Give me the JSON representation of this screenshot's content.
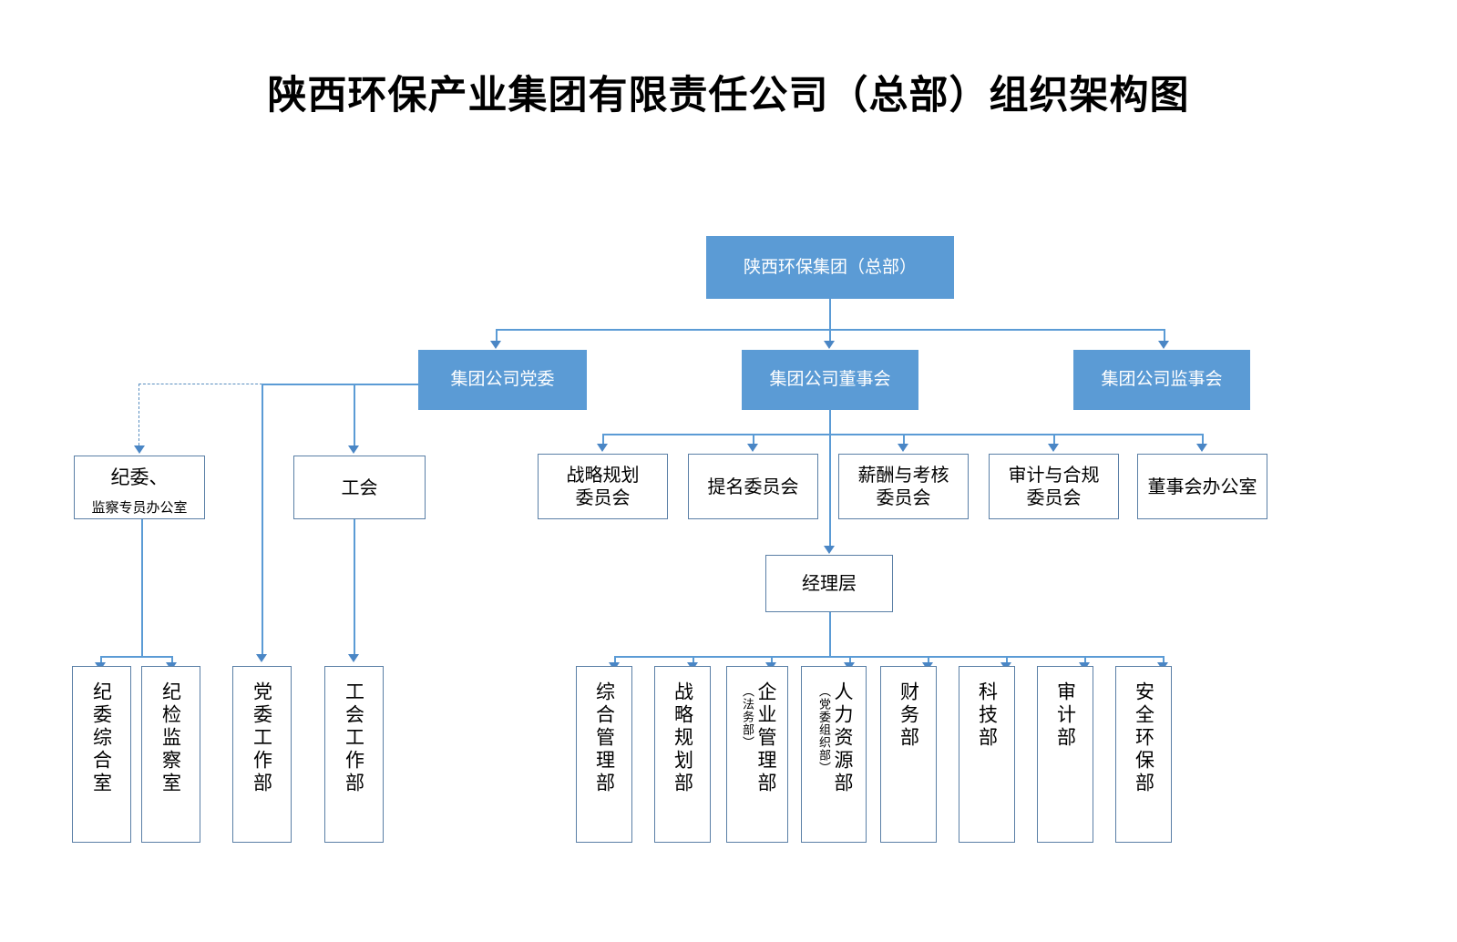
{
  "page": {
    "title": "陕西环保产业集团有限责任公司（总部）组织架构图",
    "accent_fill": "#5B9BD5",
    "line_color": "#5B9BD5",
    "outline_color": "#5a7fa6",
    "background": "#FFFFFF"
  },
  "nodes": {
    "root": {
      "label": "陕西环保集团（总部）"
    },
    "party_committee": {
      "label": "集团公司党委"
    },
    "board_of_directors": {
      "label": "集团公司董事会"
    },
    "board_of_supervisors": {
      "label": "集团公司监事会"
    },
    "discipline_office": {
      "line1": "纪委、",
      "line2": "监察专员办公室"
    },
    "labor_union": {
      "label": "工会"
    },
    "management_layer": {
      "label": "经理层"
    }
  },
  "committees": [
    {
      "label": "战略规划\n委员会",
      "line1": "战略规划",
      "line2": "委员会"
    },
    {
      "label": "提名委员会",
      "line1": "提名委员会",
      "line2": ""
    },
    {
      "label": "薪酬与考核\n委员会",
      "line1": "薪酬与考核",
      "line2": "委员会"
    },
    {
      "label": "审计与合规\n委员会",
      "line1": "审计与合规",
      "line2": "委员会"
    },
    {
      "label": "董事会办公室",
      "line1": "董事会办公室",
      "line2": ""
    }
  ],
  "left_departments": [
    {
      "label": "纪委综合室",
      "sub": ""
    },
    {
      "label": "纪检监察室",
      "sub": ""
    },
    {
      "label": "党委工作部",
      "sub": ""
    },
    {
      "label": "工会工作部",
      "sub": ""
    }
  ],
  "right_departments": [
    {
      "label": "综合管理部",
      "sub": ""
    },
    {
      "label": "战略规划部",
      "sub": ""
    },
    {
      "label": "企业管理部",
      "sub": "（法务部）"
    },
    {
      "label": "人力资源部",
      "sub": "（党委组织部）"
    },
    {
      "label": "财务部",
      "sub": ""
    },
    {
      "label": "科技部",
      "sub": ""
    },
    {
      "label": "审计部",
      "sub": ""
    },
    {
      "label": "安全环保部",
      "sub": ""
    }
  ]
}
